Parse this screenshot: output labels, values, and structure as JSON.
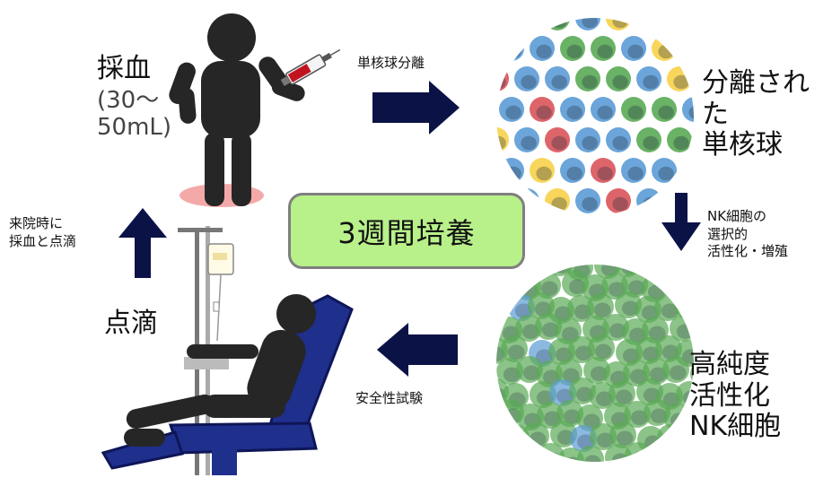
{
  "labels": {
    "blood_draw": "採血",
    "blood_volume": "(30～\n50mL)",
    "separation": "単核球分離",
    "separated_cells": "分離された\n単核球",
    "nk_activation": "NK細胞の\n選択的\n活性化・増殖",
    "high_purity": "高純度\n活性化\nNK細胞",
    "safety_test": "安全性試験",
    "infusion": "点滴",
    "on_visit": "来院時に\n採血と点滴",
    "culture": "3週間培養"
  },
  "colors": {
    "arrow": "#0b1346",
    "culture_box": "#b8f08a",
    "figure": "#262626",
    "chair": "#1f2f8c",
    "cell_blue": "#5b9bd5",
    "cell_green": "#5aaa55",
    "cell_yellow": "#f7d24a",
    "cell_red": "#d9545a"
  }
}
